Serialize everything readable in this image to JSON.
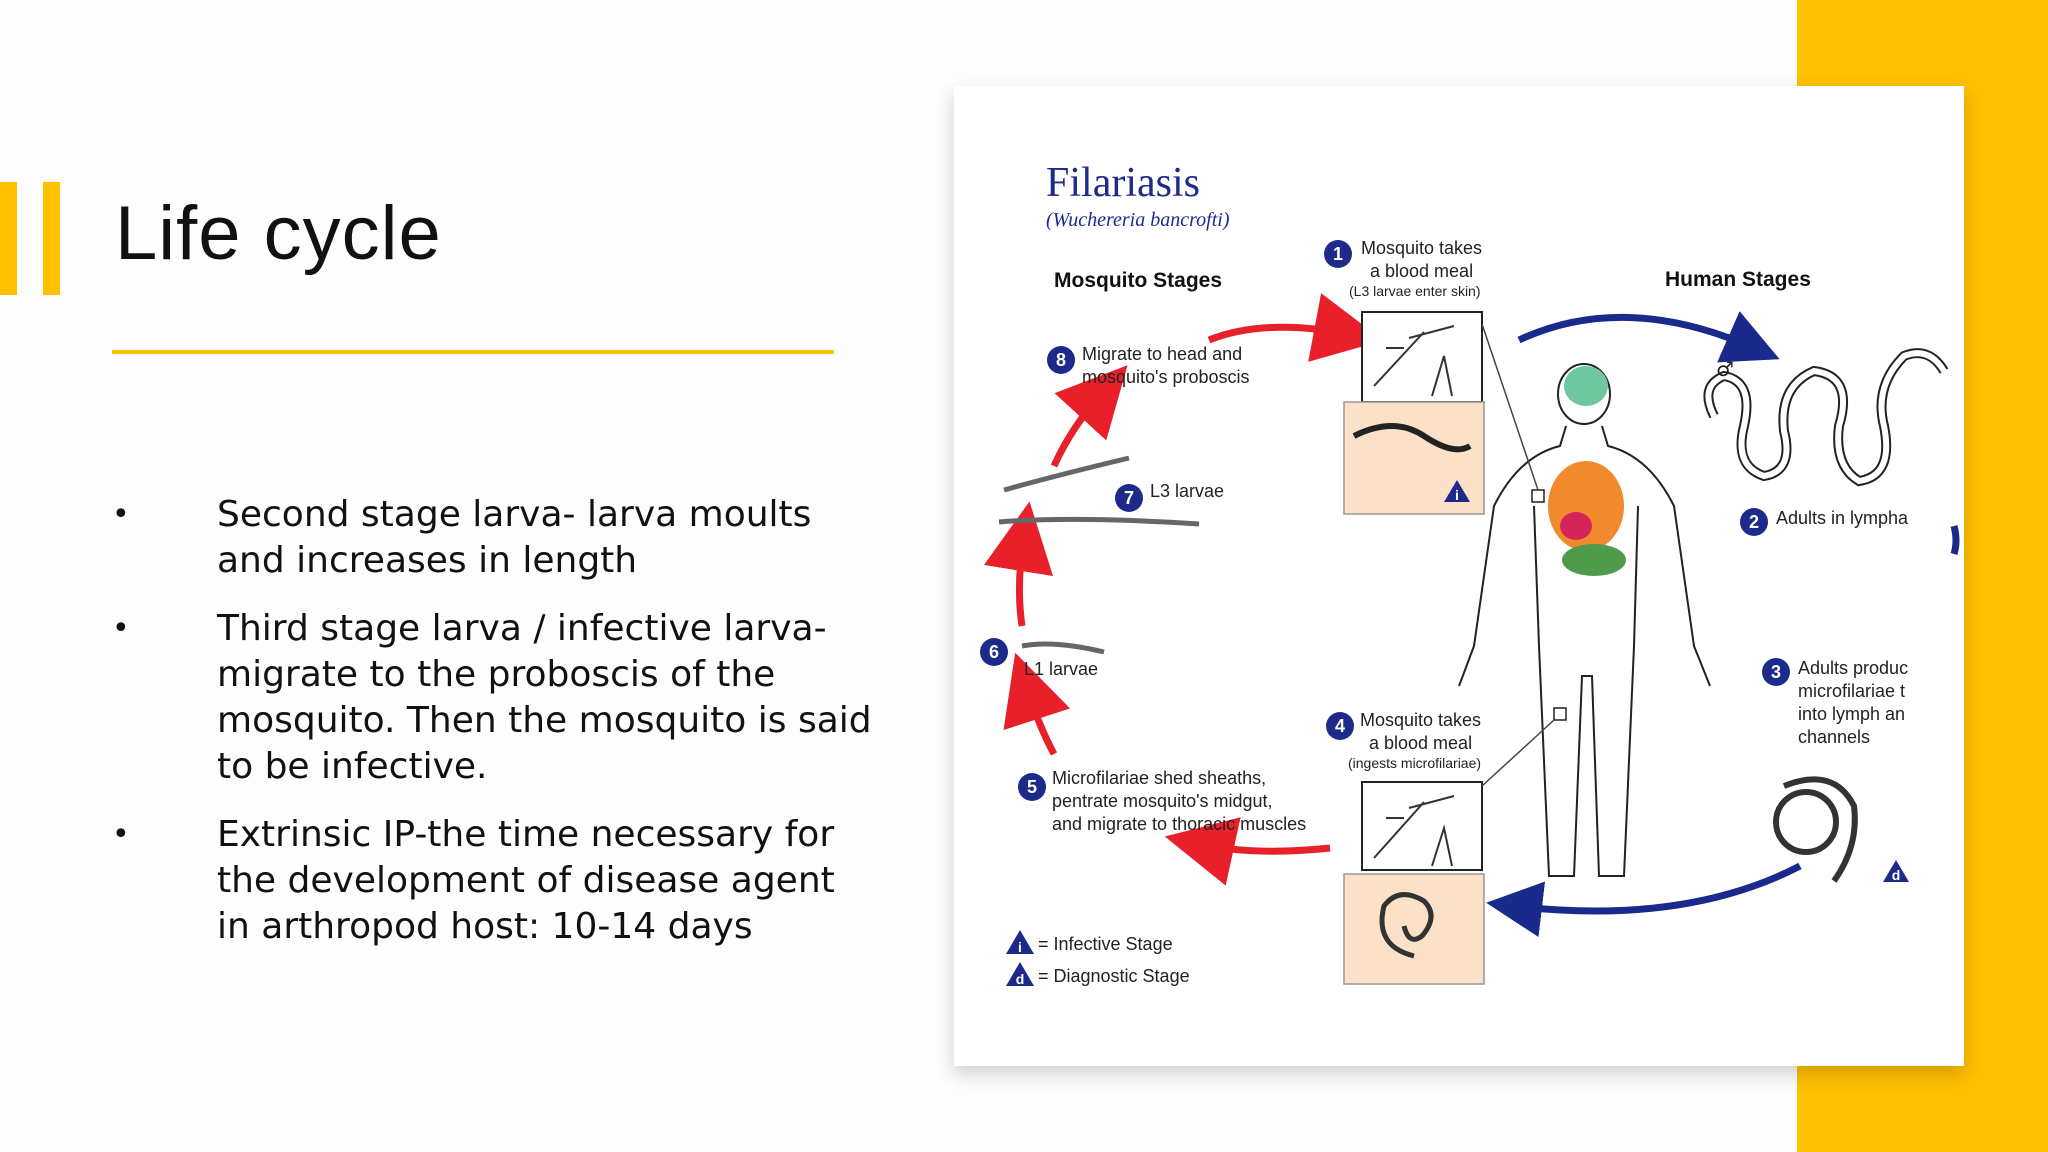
{
  "slide": {
    "title": "Life cycle",
    "bullet_marker": "•",
    "bullets": [
      "Second stage larva- larva moults and increases in length",
      "Third stage larva / infective larva- migrate to the proboscis of the mosquito. Then the mosquito is said to be infective.",
      "Extrinsic IP-the time necessary for the development of disease agent in arthropod host: 10-14 days"
    ],
    "colors": {
      "accent": "#ffc000",
      "background": "#fdfdfd"
    }
  },
  "diagram": {
    "title": "Filariasis",
    "subtitle": "(Wuchereria bancrofti)",
    "mosquito_header": "Mosquito Stages",
    "human_header": "Human Stages",
    "steps": [
      {
        "num": "1",
        "lines": [
          "Mosquito takes",
          "a blood meal"
        ],
        "note": "(L3 larvae enter skin)"
      },
      {
        "num": "2",
        "lines": [
          "Adults in lympha"
        ]
      },
      {
        "num": "3",
        "lines": [
          "Adults produc",
          "microfilariae t",
          "into lymph an",
          "channels"
        ]
      },
      {
        "num": "4",
        "lines": [
          "Mosquito takes",
          "a blood meal"
        ],
        "note": "(ingests microfilariae)"
      },
      {
        "num": "5",
        "lines": [
          "Microfilariae shed sheaths,",
          "pentrate mosquito's midgut,",
          "and migrate to thoracic muscles"
        ]
      },
      {
        "num": "6",
        "lines": [
          "L1 larvae"
        ]
      },
      {
        "num": "7",
        "lines": [
          "L3 larvae"
        ]
      },
      {
        "num": "8",
        "lines": [
          "Migrate to head and",
          "mosquito's proboscis"
        ]
      }
    ],
    "legend": [
      {
        "symbol": "i",
        "label": "= Infective Stage"
      },
      {
        "symbol": "d",
        "label": "= Diagnostic Stage"
      }
    ],
    "male_symbol": "♂",
    "colors": {
      "navy": "#1e2a8a",
      "arrow_red": "#e8202a",
      "arrow_blue": "#1a2a8c",
      "panel": "#fbe1c8"
    }
  }
}
